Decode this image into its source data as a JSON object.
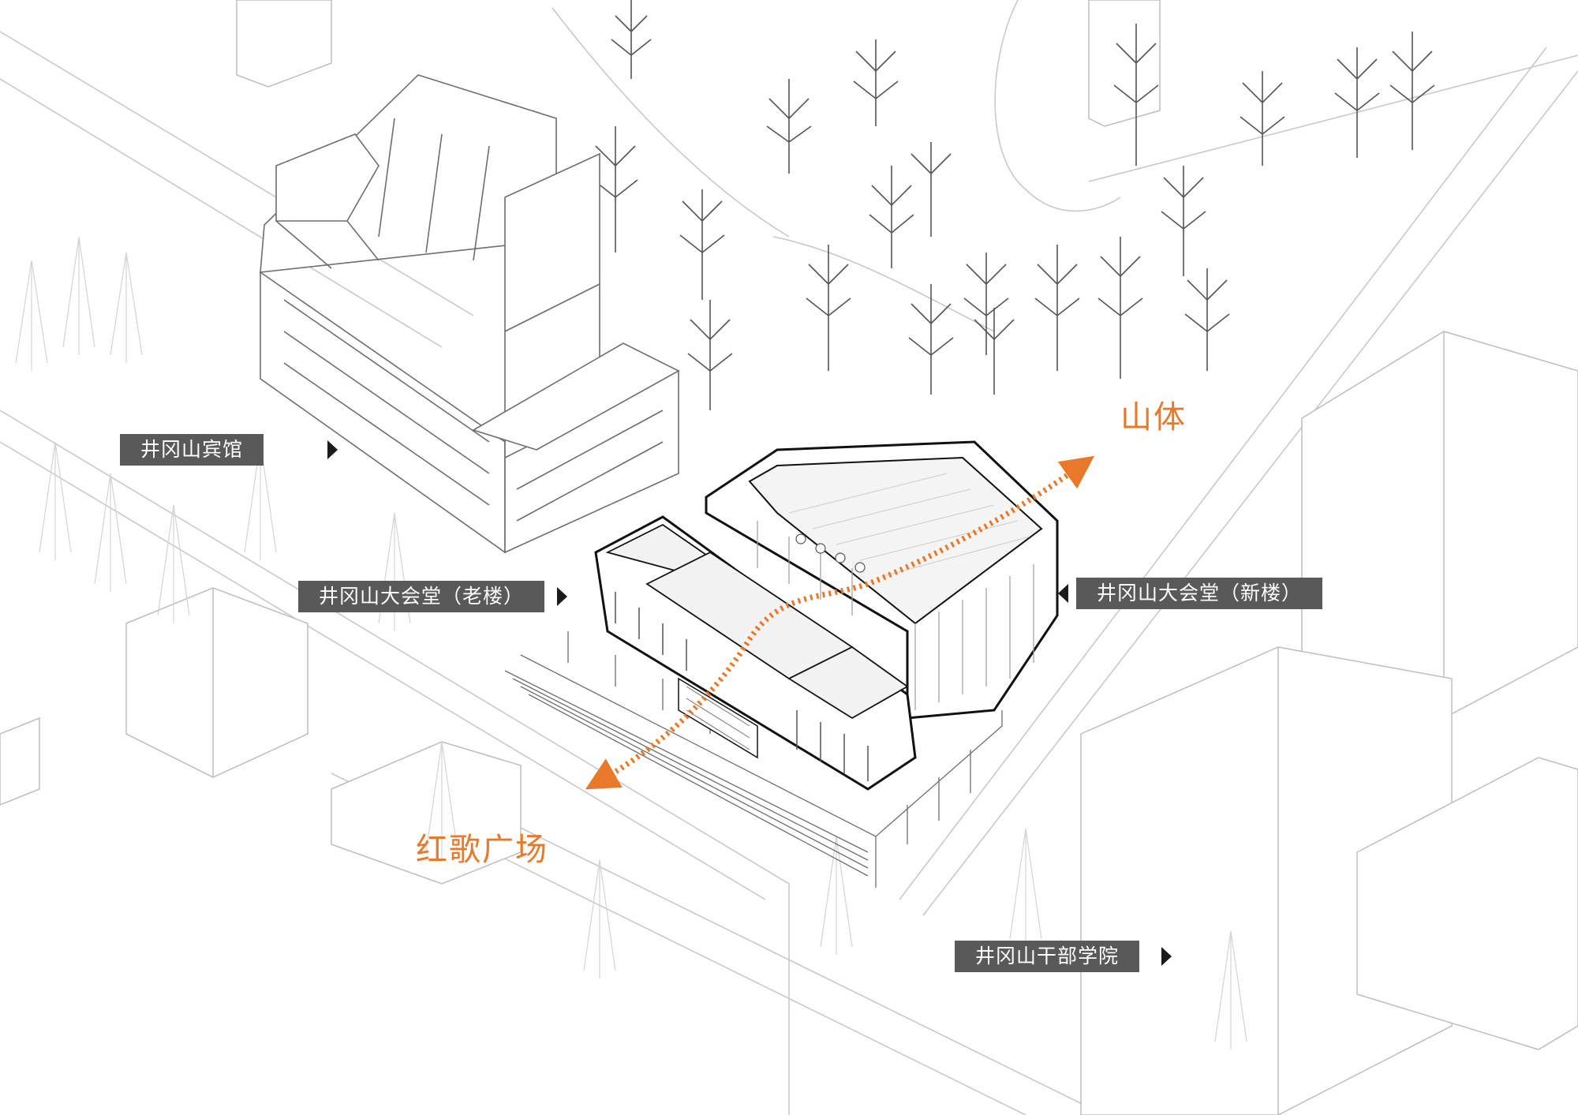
{
  "labels": {
    "hotel": "井冈山宾馆",
    "old_hall": "井冈山大会堂（老楼）",
    "new_hall": "井冈山大会堂（新楼）",
    "academy": "井冈山干部学院"
  },
  "flow": {
    "mountain": "山体",
    "square": "红歌广场"
  },
  "colors": {
    "accent": "#e8792b",
    "tag_bg": "#595959",
    "tag_text": "#ffffff",
    "line": "#bdbdbd",
    "ink": "#1a1a1a"
  }
}
